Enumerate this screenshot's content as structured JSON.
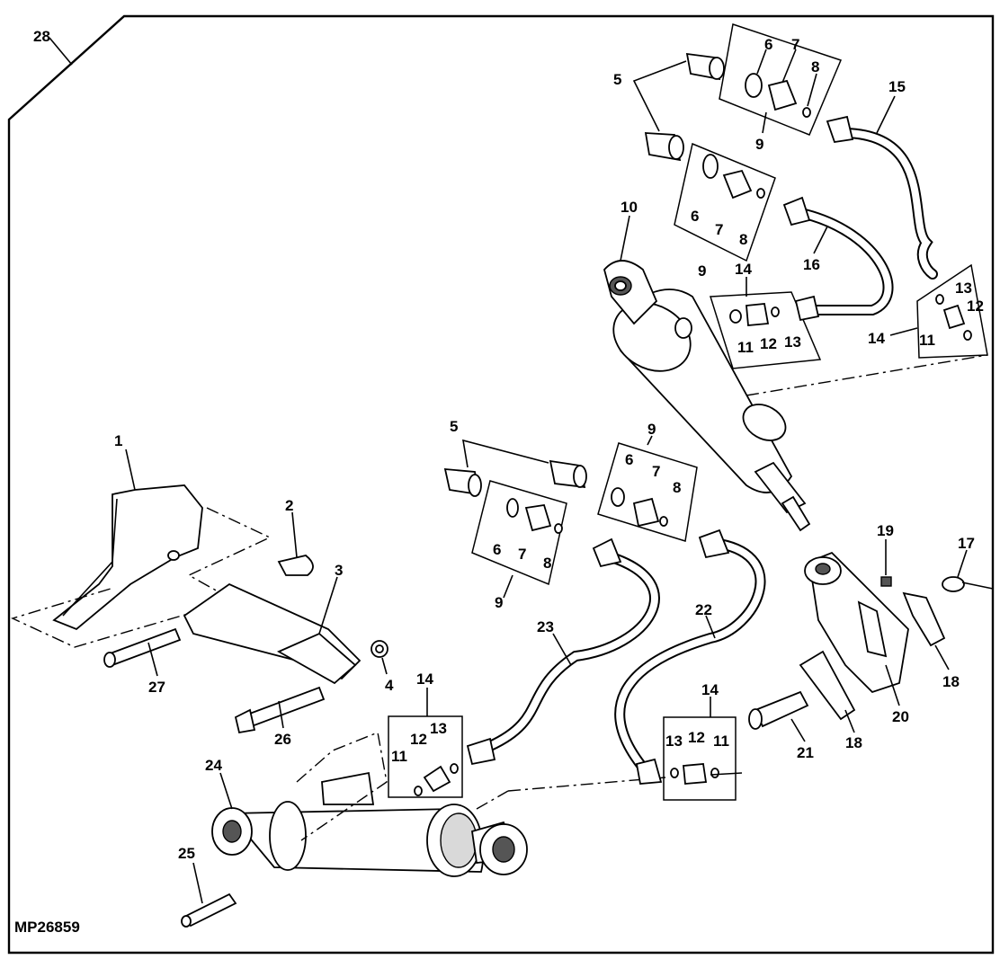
{
  "figure_id": "MP26859",
  "callouts": {
    "c28": "28",
    "c5a": "5",
    "c6a": "6",
    "c7a": "7",
    "c8a": "8",
    "c9a": "9",
    "c6b": "6",
    "c7b": "7",
    "c8b": "8",
    "c9b": "9",
    "c15": "15",
    "c16": "16",
    "c10": "10",
    "c14a": "14",
    "c11a": "11",
    "c12a": "12",
    "c13a": "13",
    "c14b": "14",
    "c11b": "11",
    "c12b": "12",
    "c13b": "13",
    "c1": "1",
    "c2": "2",
    "c3": "3",
    "c4": "4",
    "c26": "26",
    "c27": "27",
    "c5b": "5",
    "c6c": "6",
    "c7c": "7",
    "c8c": "8",
    "c9c": "9",
    "c6d": "6",
    "c7d": "7",
    "c8d": "8",
    "c9d": "9",
    "c23": "23",
    "c22": "22",
    "c14c": "14",
    "c11c": "11",
    "c12c": "12",
    "c13c": "13",
    "c14d": "14",
    "c13d": "13",
    "c12d": "12",
    "c11d": "11",
    "c19": "19",
    "c17": "17",
    "c18a": "18",
    "c18b": "18",
    "c20": "20",
    "c21": "21",
    "c24": "24",
    "c25": "25"
  }
}
